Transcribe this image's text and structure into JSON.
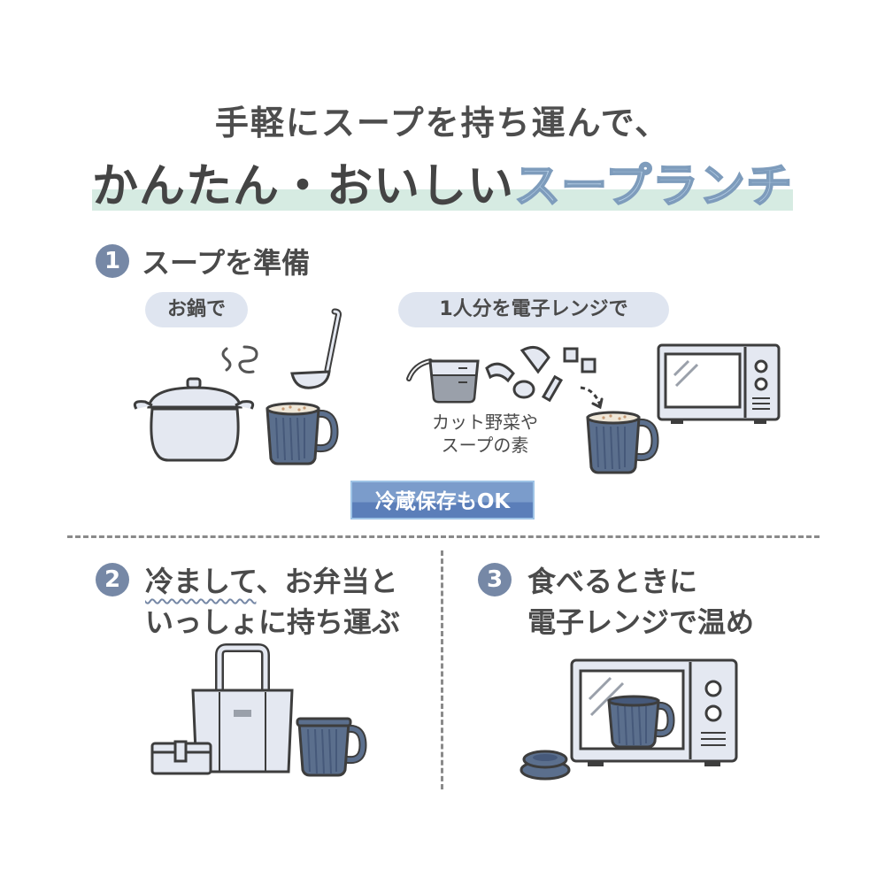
{
  "title": {
    "line1": "手軽にスープを持ち運んで、",
    "line2_plain": "かんたん・おいしい",
    "line2_highlight": "スープランチ"
  },
  "step1": {
    "number": "1",
    "heading": "スープを準備",
    "option_pot": "お鍋で",
    "option_microwave": "1人分を電子レンジで",
    "ingredients_caption_line1": "カット野菜や",
    "ingredients_caption_line2": "スープの素",
    "storage_badge": "冷蔵保存もOK"
  },
  "step2": {
    "number": "2",
    "heading_line1_underlined": "冷まして",
    "heading_line1_rest": "、お弁当と",
    "heading_line2": "いっしょに持ち運ぶ"
  },
  "step3": {
    "number": "3",
    "heading_line1": "食べるときに",
    "heading_line2": "電子レンジで温め"
  },
  "colors": {
    "badge_blue": "#7688a6",
    "mint_band": "#d6ebe2",
    "pill_bg": "#dfe5f0",
    "mug_blue": "#5b6f8d",
    "appliance_fill": "#e4e8f1"
  },
  "icons": [
    "steam-icon",
    "pot-icon",
    "ladle-icon",
    "mug-icon",
    "measuring-cup-icon",
    "vegetables-icon",
    "arrow-icon",
    "microwave-icon",
    "tote-bag-icon",
    "lunch-box-icon",
    "mug-lids-icon"
  ]
}
